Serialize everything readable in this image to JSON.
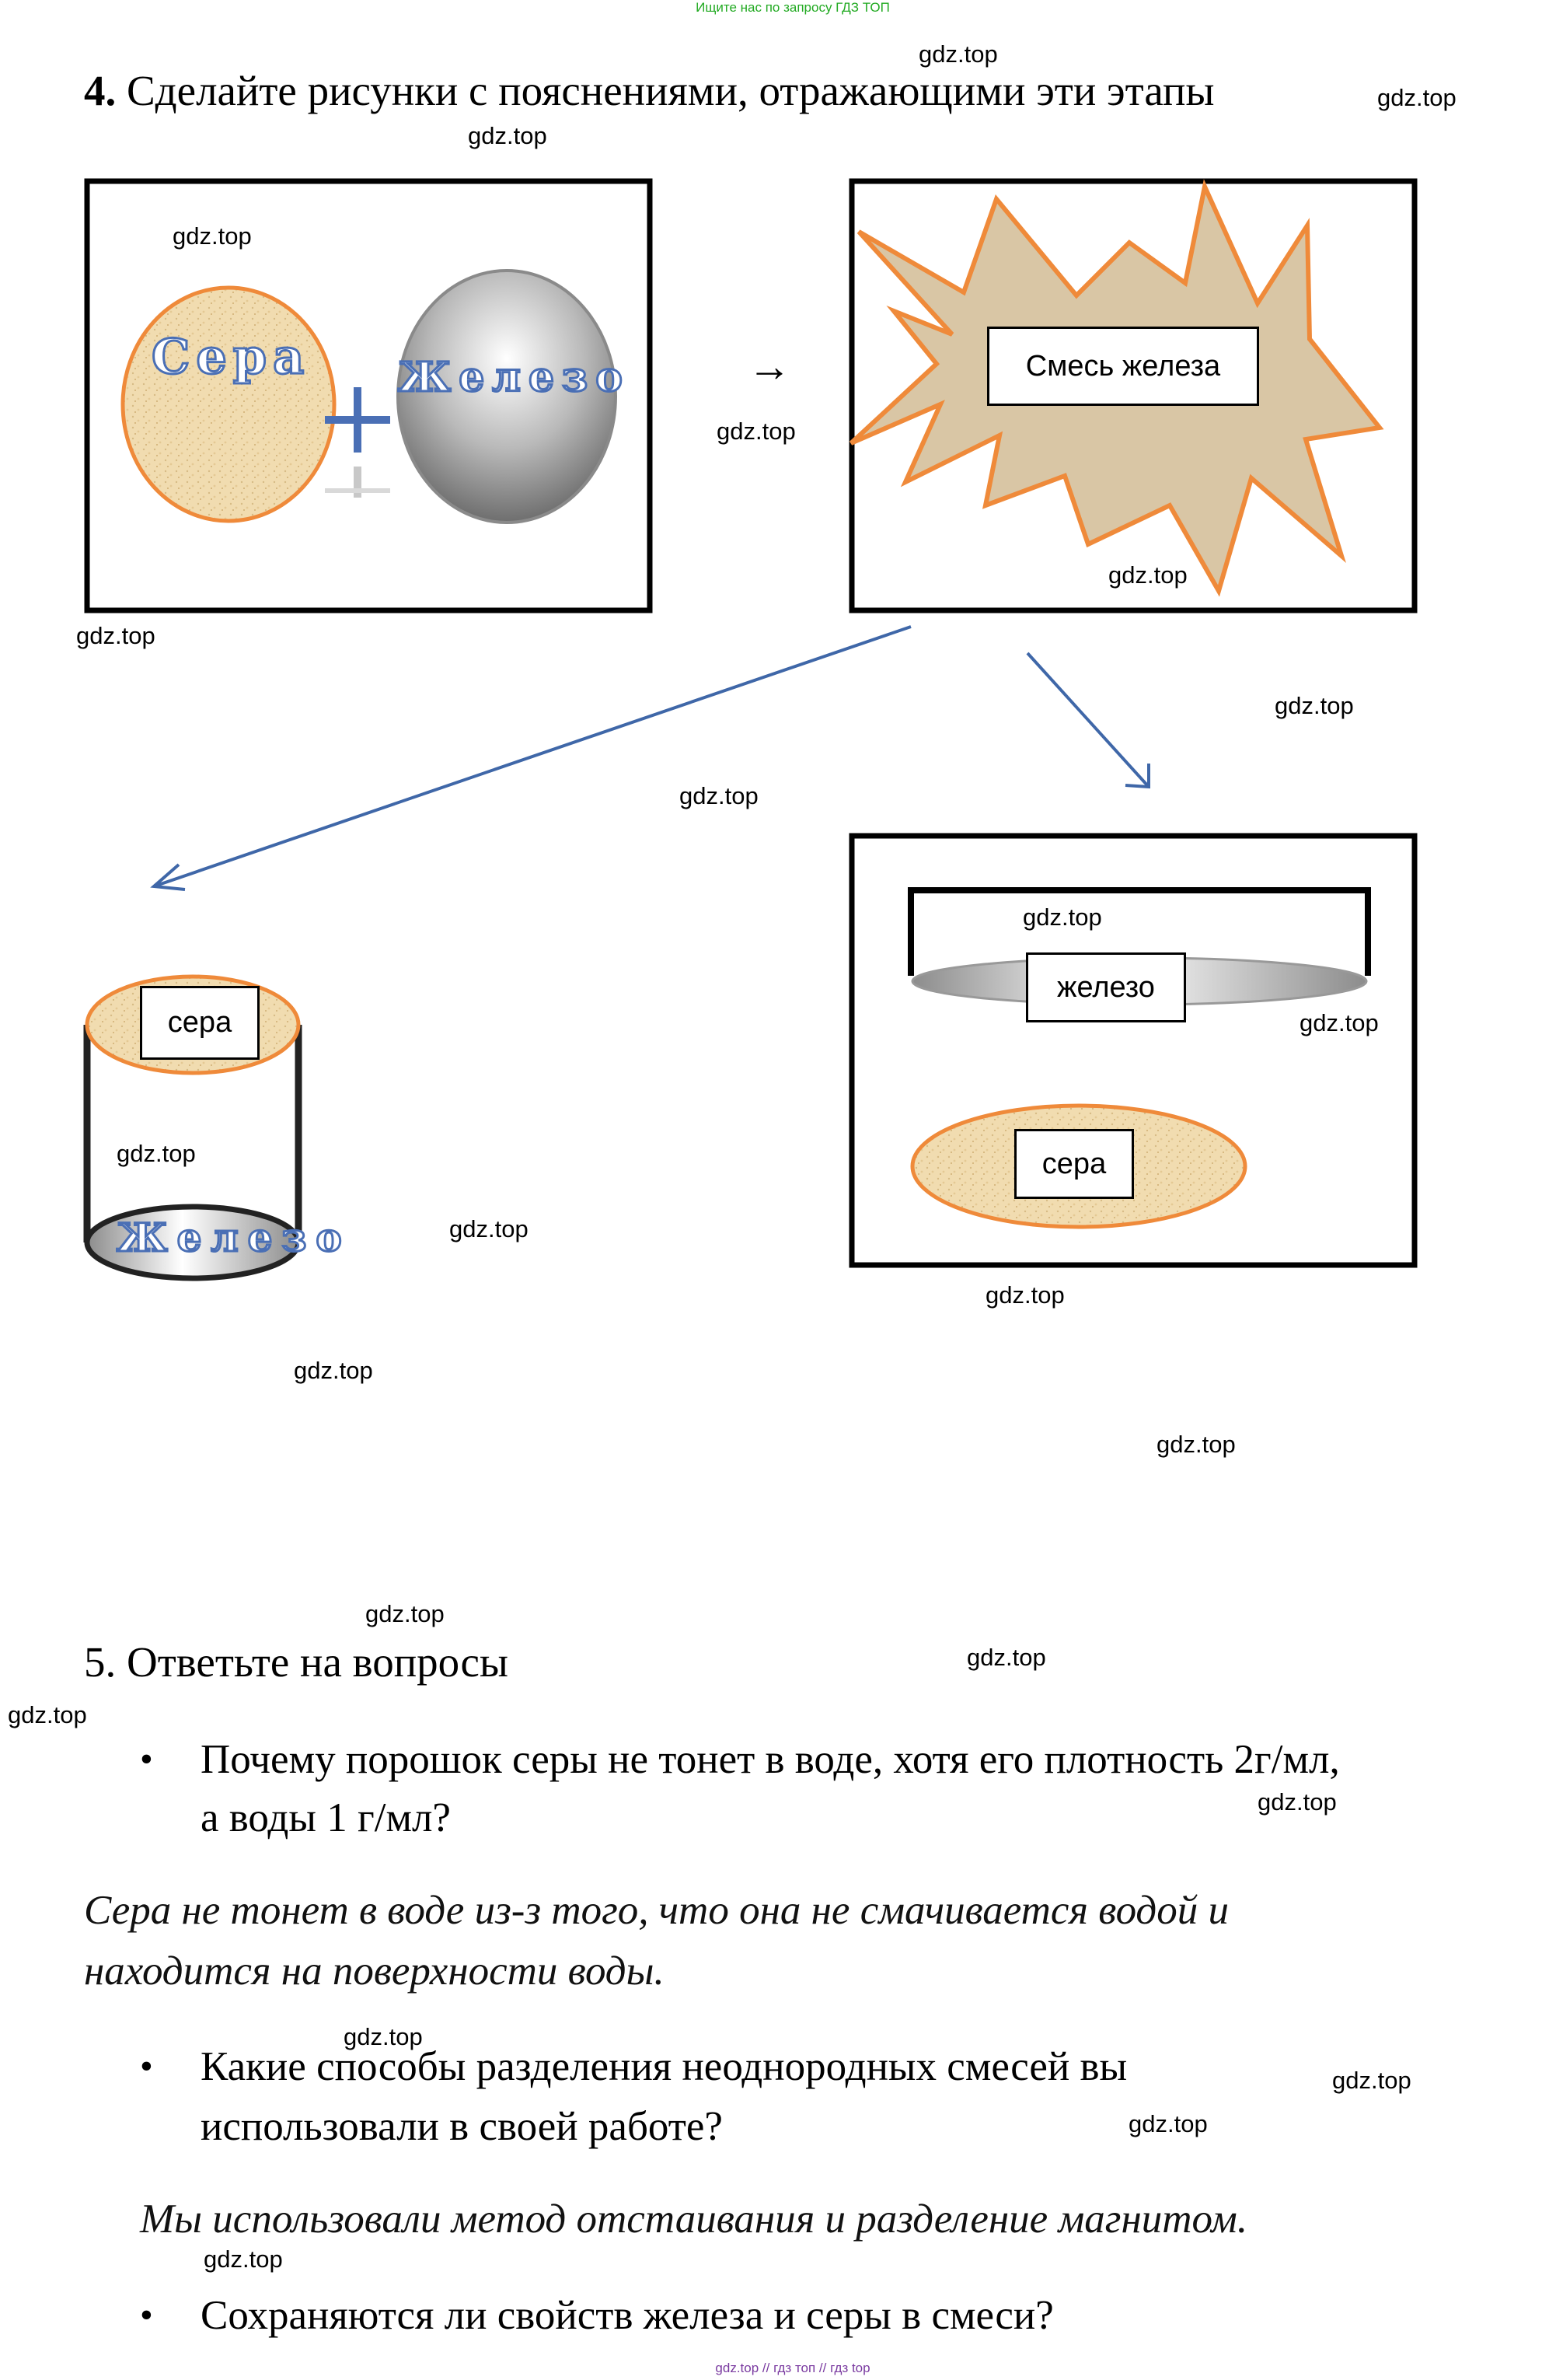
{
  "search_hint": "Ищите нас по запросу ГДЗ ТОП",
  "watermark": "gdz.top",
  "footer": "gdz.top  //  гдз топ  //  гдз top",
  "task4": {
    "number": "4.",
    "text": " Сделайте рисунки с пояснениями, отражающими эти этапы"
  },
  "diagram": {
    "sulfur_word": "Сера",
    "iron_word": "Железо",
    "arrow": "→",
    "mixture_label": "Смесь железа",
    "cylinder_top_label": "сера",
    "cylinder_bottom_word": "Железо",
    "magnet_label": "железо",
    "bottom_label": "сера",
    "colors": {
      "sulfur_fill": "#f1dcb0",
      "sulfur_stroke": "#ef8a3a",
      "star_fill": "#d9c6a5",
      "star_stroke": "#ef8a3a",
      "arrow": "#3f67a8",
      "plus": "#4a6fb5"
    }
  },
  "task5": {
    "heading": "5. Ответьте на вопросы",
    "q1_line1": "Почему порошок серы не тонет в воде, хотя его плотность 2г/мл,",
    "q1_line2": "а воды 1 г/мл?",
    "a1_line1": "Сера не тонет в воде из-з того, что она не смачивается водой и",
    "a1_line2": "находится на поверхности воды.",
    "q2_line1": "Какие способы разделения неоднородных смесей вы",
    "q2_line2": "использовали в своей работе?",
    "a2": "Мы использовали метод отстаивания и разделение магнитом.",
    "q3": "Сохраняются ли свойств железа и серы в смеси?",
    "bullet": "•"
  }
}
